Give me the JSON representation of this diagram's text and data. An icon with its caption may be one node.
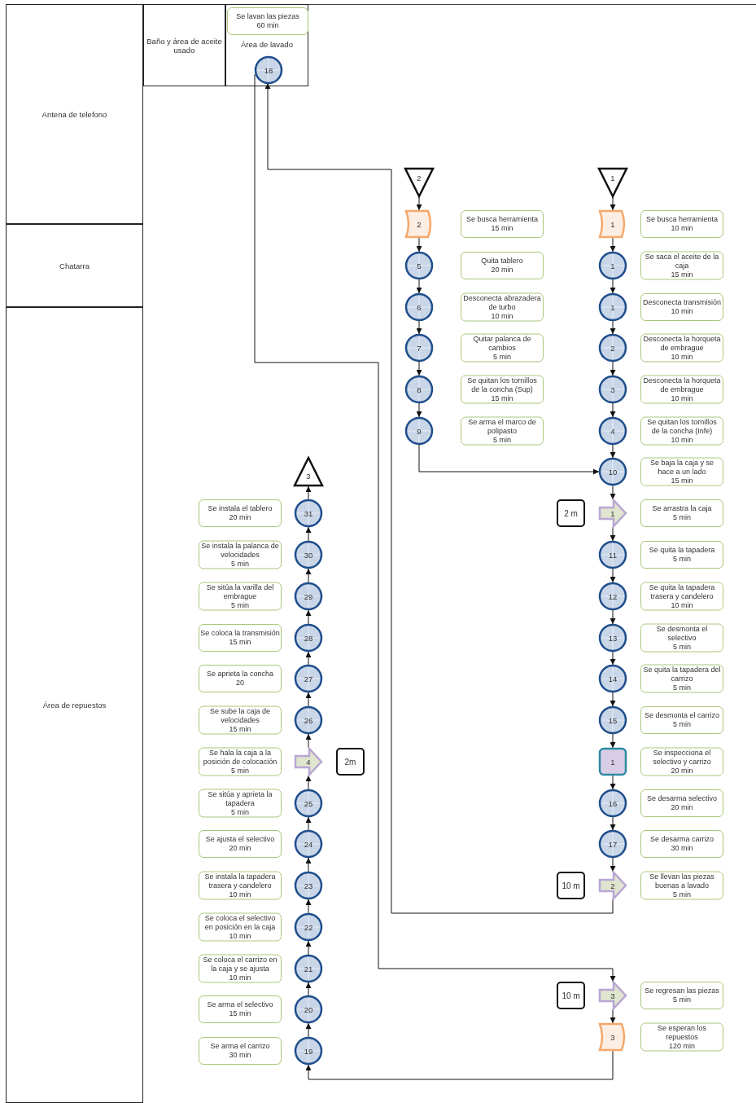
{
  "diagram": {
    "nodes": [
      {
        "text": [
          "Antena de telefono"
        ]
      },
      {
        "text": [
          "Baño y área de aceite usado"
        ]
      },
      {
        "text": [
          "Área de lavado"
        ]
      },
      {
        "text": [
          "Se lavan las piezas",
          "60 min"
        ],
        "in": 2
      },
      {
        "text": [
          "18"
        ],
        "in": 2
      },
      {
        "text": [
          "Chatarra"
        ]
      },
      {
        "text": [
          "Área de repuestos"
        ]
      },
      {
        "text": [
          "1"
        ]
      },
      {
        "text": [
          "1"
        ]
      },
      {
        "text": [
          "Se busca herramienta",
          "10 min"
        ]
      },
      {
        "text": [
          "1"
        ]
      },
      {
        "text": [
          "Se saca el aceite de la caja",
          "15 min"
        ]
      },
      {
        "text": [
          "1"
        ]
      },
      {
        "text": [
          "Desconecta transmisión",
          "10 min"
        ]
      },
      {
        "text": [
          "2"
        ]
      },
      {
        "text": [
          "Desconecta la horqueta de embrague",
          "10 min"
        ]
      },
      {
        "text": [
          "3"
        ]
      },
      {
        "text": [
          "Desconecta la horqueta de embrague",
          "10 min"
        ]
      },
      {
        "text": [
          "4"
        ]
      },
      {
        "text": [
          "Se quitan los tornillos de la concha (Infe)",
          "10 min"
        ]
      },
      {
        "text": [
          "10"
        ]
      },
      {
        "text": [
          "Se baja la caja y se hace a un lado",
          "15 min"
        ]
      },
      {
        "text": [
          "1"
        ]
      },
      {
        "text": [
          "Se arrastra la caja",
          "5 min"
        ]
      },
      {
        "text": [
          "2 m"
        ]
      },
      {
        "text": [
          "11"
        ]
      },
      {
        "text": [
          "Se quita la tapadera",
          "5 min"
        ]
      },
      {
        "text": [
          "12"
        ]
      },
      {
        "text": [
          "Se quita la tapadera trasera y candelero",
          "10 min"
        ]
      },
      {
        "text": [
          "13"
        ]
      },
      {
        "text": [
          "Se desmonta el selectivo",
          "5 min"
        ]
      },
      {
        "text": [
          "14"
        ]
      },
      {
        "text": [
          "Se quita la tapadera del carrizo",
          "5 min"
        ]
      },
      {
        "text": [
          "15"
        ]
      },
      {
        "text": [
          "Se desmonta el carrizo",
          "5 min"
        ]
      },
      {
        "text": [
          "1"
        ]
      },
      {
        "text": [
          "Se inspecciona el selectivo y carrizo",
          "20 min"
        ]
      },
      {
        "text": [
          "16"
        ]
      },
      {
        "text": [
          "Se desarma selectivo",
          "20 min"
        ]
      },
      {
        "text": [
          "17"
        ]
      },
      {
        "text": [
          "Se desarma carrizo",
          "30 min"
        ]
      },
      {
        "text": [
          "2"
        ]
      },
      {
        "text": [
          "Se llevan las piezas buenas a lavado",
          "5 min"
        ]
      },
      {
        "text": [
          "10 m"
        ]
      },
      {
        "text": [
          "3"
        ]
      },
      {
        "text": [
          "Se regresan las piezas",
          "5 min"
        ]
      },
      {
        "text": [
          "10 m"
        ]
      },
      {
        "text": [
          "3"
        ]
      },
      {
        "text": [
          "Se esperan los repuestos",
          "120 min"
        ]
      },
      {
        "text": [
          "2"
        ]
      },
      {
        "text": [
          "2"
        ]
      },
      {
        "text": [
          "Se busca herramienta",
          "15 min"
        ]
      },
      {
        "text": [
          "5"
        ]
      },
      {
        "text": [
          "Quita tablero",
          "20 min"
        ]
      },
      {
        "text": [
          "6"
        ]
      },
      {
        "text": [
          "Desconecta abrazadera de turbo",
          "10 min"
        ]
      },
      {
        "text": [
          "7"
        ]
      },
      {
        "text": [
          "Quitar palanca de cambios",
          "5 min"
        ]
      },
      {
        "text": [
          "8"
        ]
      },
      {
        "text": [
          "Se quitan los tornillos de la concha (Sup)",
          "15 min"
        ]
      },
      {
        "text": [
          "9"
        ]
      },
      {
        "text": [
          "Se arma el marco de polipasto",
          "5 min"
        ]
      },
      {
        "text": [
          "3"
        ]
      },
      {
        "text": [
          "31"
        ]
      },
      {
        "text": [
          "Se instala el tablero",
          "20 min"
        ]
      },
      {
        "text": [
          "30"
        ]
      },
      {
        "text": [
          "Se instala la palanca de velocidades",
          "5 min"
        ]
      },
      {
        "text": [
          "29"
        ]
      },
      {
        "text": [
          "Se sitúa la varilla del embrague",
          "5 min"
        ]
      },
      {
        "text": [
          "28"
        ]
      },
      {
        "text": [
          "Se coloca la transmisión",
          "15 min"
        ]
      },
      {
        "text": [
          "27"
        ]
      },
      {
        "text": [
          "Se aprieta la concha",
          "20"
        ]
      },
      {
        "text": [
          "26"
        ]
      },
      {
        "text": [
          "Se sube la caja de velocidades",
          "15 min"
        ]
      },
      {
        "text": [
          "4"
        ]
      },
      {
        "text": [
          "Se hala la caja a la posición de colocación",
          "5 min"
        ]
      },
      {
        "text": [
          "2m"
        ]
      },
      {
        "text": [
          "25"
        ]
      },
      {
        "text": [
          "Se sitúa y aprieta la tapadera",
          "5 min"
        ]
      },
      {
        "text": [
          "24"
        ]
      },
      {
        "text": [
          "Se ajusta el selectivo",
          "20 min"
        ]
      },
      {
        "text": [
          "23"
        ]
      },
      {
        "text": [
          "Se instala la tapadera trasera y candelero",
          "10 min"
        ]
      },
      {
        "text": [
          "22"
        ]
      },
      {
        "text": [
          "Se coloca el selectivo en posición en la caja",
          "10 min"
        ]
      },
      {
        "text": [
          "21"
        ]
      },
      {
        "text": [
          "Se coloca el carrizo en la caja y se ajusta",
          "10 min"
        ]
      },
      {
        "text": [
          "20"
        ]
      },
      {
        "text": [
          "Se arma el selectivo",
          "15 min"
        ]
      },
      {
        "text": [
          "19"
        ]
      },
      {
        "text": [
          "Se arma el carrizo",
          "30 min"
        ]
      }
    ],
    "edges": [
      {
        "from": 7,
        "to": 8,
        "arrow": "to"
      },
      {
        "from": 8,
        "to": 10,
        "arrow": "to"
      },
      {
        "from": 10,
        "to": 12,
        "arrow": "to"
      },
      {
        "from": 12,
        "to": 14,
        "arrow": "to"
      },
      {
        "from": 14,
        "to": 16,
        "arrow": "to"
      },
      {
        "from": 16,
        "to": 18,
        "arrow": "to"
      },
      {
        "from": 18,
        "to": 20,
        "arrow": "to"
      },
      {
        "from": 20,
        "to": 22,
        "arrow": "to"
      },
      {
        "from": 22,
        "to": 25,
        "arrow": "to"
      },
      {
        "from": 25,
        "to": 27,
        "arrow": "to"
      },
      {
        "from": 27,
        "to": 29,
        "arrow": "to"
      },
      {
        "from": 29,
        "to": 31,
        "arrow": "to"
      },
      {
        "from": 31,
        "to": 33,
        "arrow": "to"
      },
      {
        "from": 33,
        "to": 35,
        "arrow": "to"
      },
      {
        "from": 35,
        "to": 37,
        "arrow": "to"
      },
      {
        "from": 37,
        "to": 39,
        "arrow": "to"
      },
      {
        "from": 39,
        "to": 41,
        "arrow": "to"
      },
      {
        "from": 41,
        "to": 4,
        "arrow": "to"
      },
      {
        "from": 4,
        "to": 44,
        "arrow": "to"
      },
      {
        "from": 44,
        "to": 47,
        "arrow": "to"
      },
      {
        "from": 47,
        "to": 90,
        "arrow": "to"
      },
      {
        "from": 49,
        "to": 50,
        "arrow": "to"
      },
      {
        "from": 50,
        "to": 52,
        "arrow": "to"
      },
      {
        "from": 52,
        "to": 54,
        "arrow": "to"
      },
      {
        "from": 54,
        "to": 56,
        "arrow": "to"
      },
      {
        "from": 56,
        "to": 58,
        "arrow": "to"
      },
      {
        "from": 58,
        "to": 60,
        "arrow": "to"
      },
      {
        "from": 60,
        "to": 20,
        "arrow": "to"
      },
      {
        "from": 90,
        "to": 88,
        "arrow": "to"
      },
      {
        "from": 88,
        "to": 86,
        "arrow": "to"
      },
      {
        "from": 86,
        "to": 84,
        "arrow": "to"
      },
      {
        "from": 84,
        "to": 82,
        "arrow": "to"
      },
      {
        "from": 82,
        "to": 80,
        "arrow": "to"
      },
      {
        "from": 80,
        "to": 78,
        "arrow": "to"
      },
      {
        "from": 78,
        "to": 75,
        "arrow": "to"
      },
      {
        "from": 75,
        "to": 73,
        "arrow": "to"
      },
      {
        "from": 73,
        "to": 71,
        "arrow": "to"
      },
      {
        "from": 71,
        "to": 69,
        "arrow": "to"
      },
      {
        "from": 69,
        "to": 67,
        "arrow": "to"
      },
      {
        "from": 67,
        "to": 65,
        "arrow": "to"
      },
      {
        "from": 65,
        "to": 63,
        "arrow": "to"
      },
      {
        "from": 63,
        "to": 62,
        "arrow": "to"
      }
    ]
  }
}
